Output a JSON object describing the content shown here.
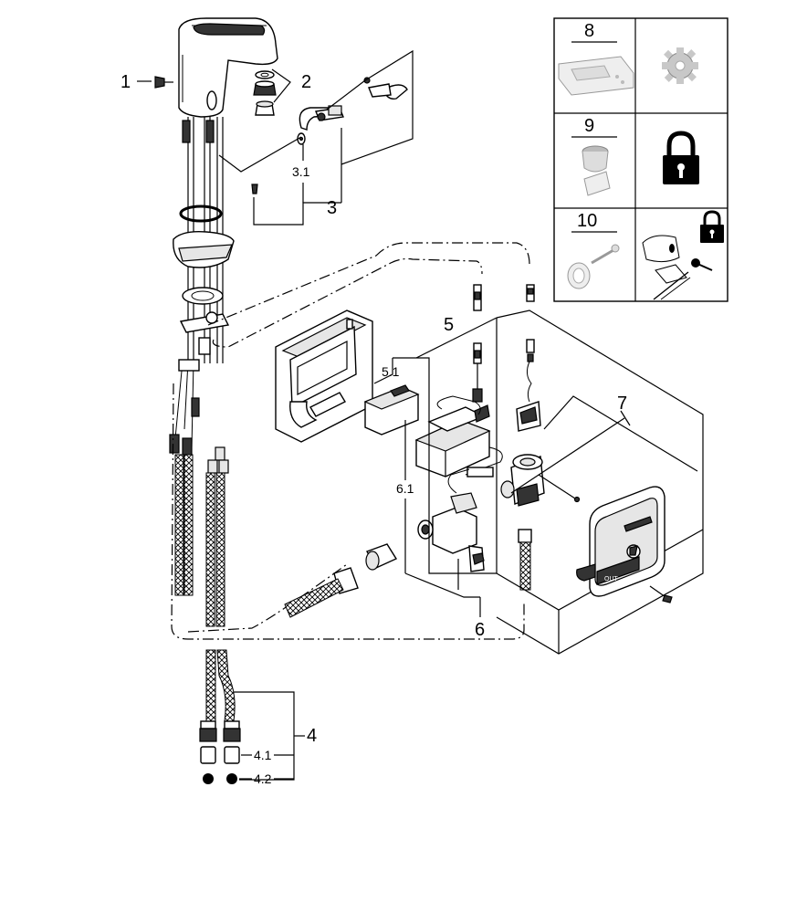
{
  "callouts": {
    "p1": "1",
    "p2": "2",
    "p3": "3",
    "p3_1": "3.1",
    "p4": "4",
    "p4_1": "4.1",
    "p4_2": "4.2",
    "p5": "5",
    "p5_1": "5.1",
    "p6": "6",
    "p6_1": "6.1",
    "p7": "7"
  },
  "legend": {
    "rows": [
      {
        "number": "8",
        "item_icon": "remote-control-icon",
        "symbol_icon": "gear-icon"
      },
      {
        "number": "9",
        "item_icon": "cartridge-icon",
        "symbol_icon": "padlock-icon"
      },
      {
        "number": "10",
        "item_icon": "screw-icon",
        "symbol_icon": "padlock-mount-icon"
      }
    ]
  },
  "tap_label": "OUT",
  "colors": {
    "line": "#000000",
    "disabled_symbol": "#c8c8c8",
    "shade": "#e6e6e6"
  }
}
